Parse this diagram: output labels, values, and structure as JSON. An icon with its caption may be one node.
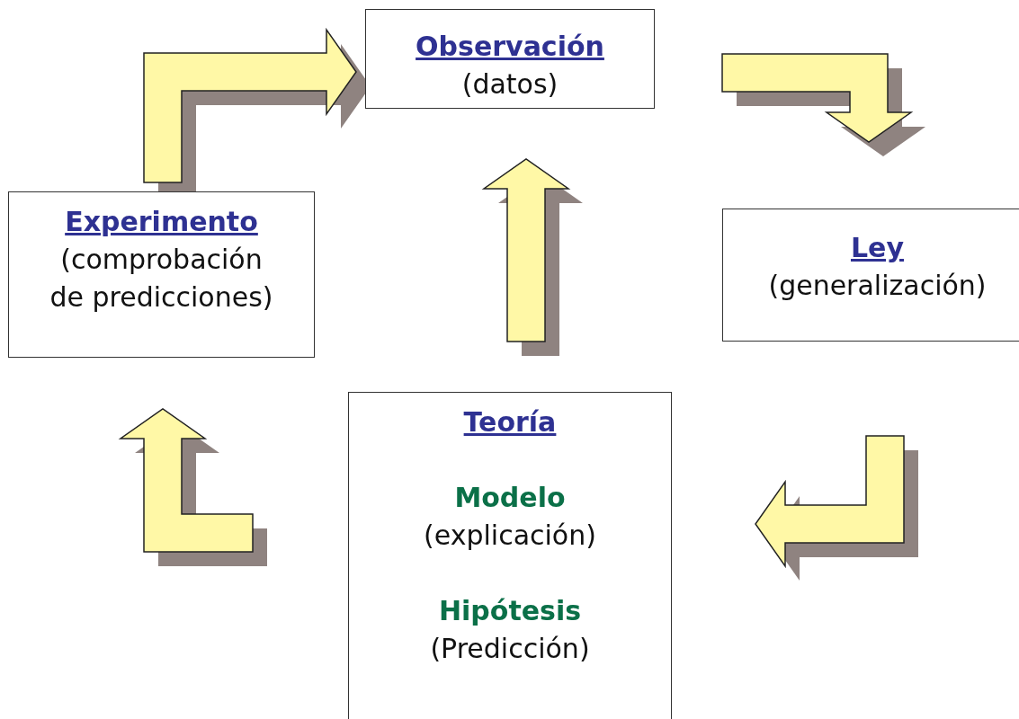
{
  "diagram": {
    "nodes": [
      {
        "text": [
          "Observación",
          "(datos)"
        ]
      },
      {
        "text": [
          "Ley",
          "(generalización)"
        ]
      },
      {
        "text": [
          "Teoría",
          "Modelo",
          "(explicación)",
          "Hipótesis",
          "(Predicción)"
        ]
      },
      {
        "text": [
          "Experimento",
          "(comprobación de predicciones)"
        ]
      }
    ],
    "edges": [
      {
        "from": 0,
        "to": 1,
        "arrow": "to"
      },
      {
        "from": 1,
        "to": 2,
        "arrow": "to"
      },
      {
        "from": 2,
        "to": 0,
        "arrow": "to"
      },
      {
        "from": 2,
        "to": 3,
        "arrow": "to"
      },
      {
        "from": 3,
        "to": 0,
        "arrow": "to"
      }
    ]
  }
}
